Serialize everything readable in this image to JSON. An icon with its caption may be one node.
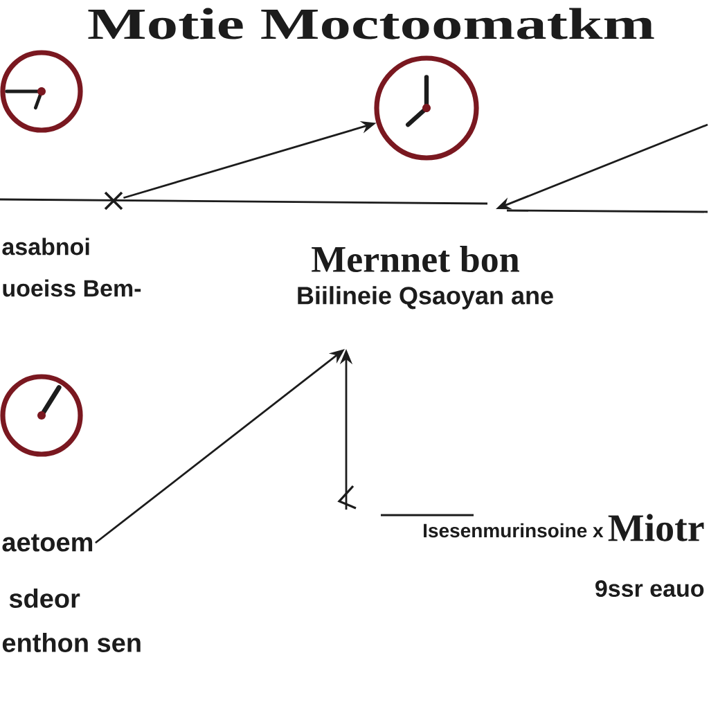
{
  "diagram": {
    "title": "Motie Moctoomatkm",
    "nodes": [
      {
        "text": [],
        "shape": "clock"
      },
      {
        "text": [],
        "shape": "clock"
      },
      {
        "text": [],
        "shape": "cross"
      },
      {
        "text": [],
        "shape": "clock"
      },
      {
        "text": [
          "aetoem"
        ]
      }
    ],
    "edges": [
      {
        "from": 2,
        "to": 1,
        "arrow": "to"
      },
      {
        "from": 4,
        "to": null,
        "arrow": "to"
      }
    ],
    "labels": [
      "asabnoi",
      "uoeiss Bem-",
      "Mernnet bon",
      "Biilineie Qsaoyan ane",
      "Isesenmurinsoine x",
      "Miotr",
      "9ssr eauo",
      "sdeor",
      "enthon sen"
    ]
  }
}
